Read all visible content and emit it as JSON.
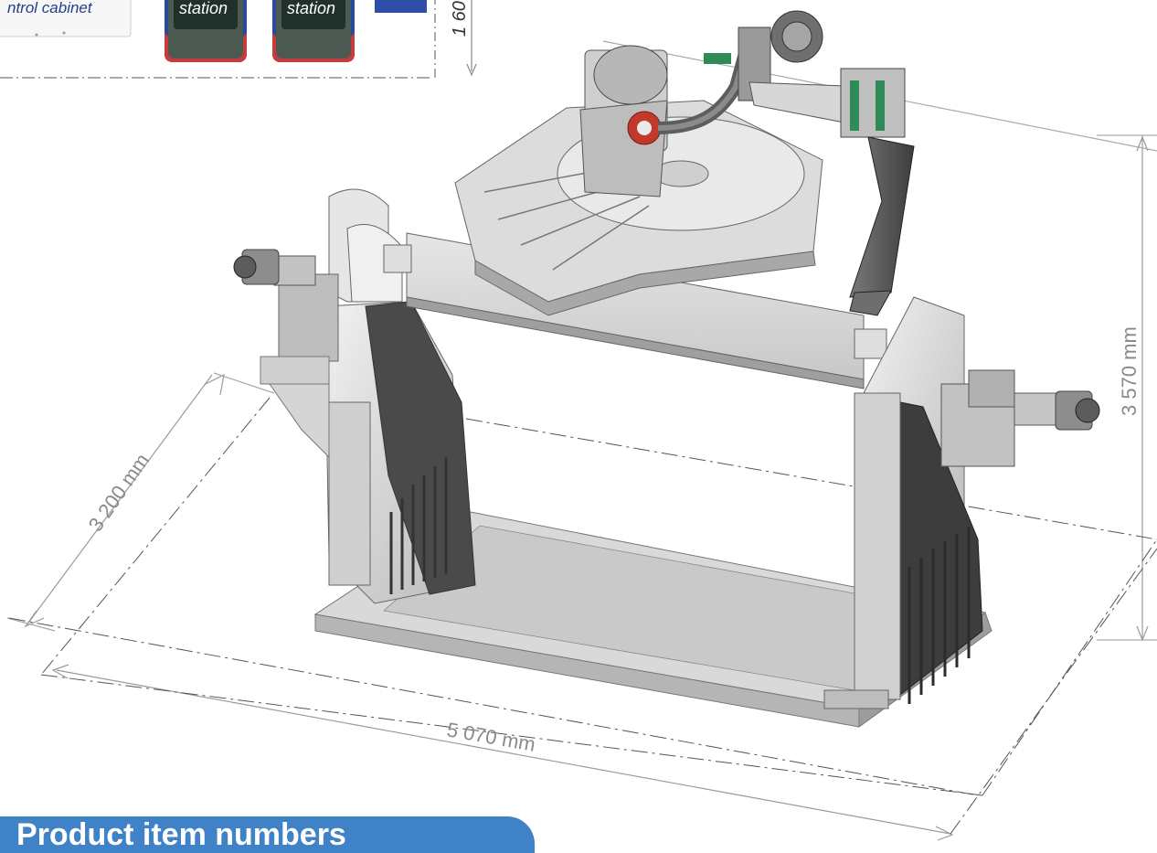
{
  "top_strip": {
    "control_cabinet_label": "ntrol cabinet",
    "station_1_label": "station",
    "station_2_label": "station",
    "partial_dimension_label": "1 60"
  },
  "dimensions": {
    "depth": "3 200 mm",
    "width": "5 070 mm",
    "height": "3 570 mm"
  },
  "banner": {
    "title": "Product item numbers"
  },
  "colors": {
    "banner_blue": "#3f82c7",
    "dimension_gray": "#8a8a8a",
    "machine_gray": "#d4d4d4",
    "accent_red": "#c0392b",
    "accent_green": "#2e8b57"
  }
}
